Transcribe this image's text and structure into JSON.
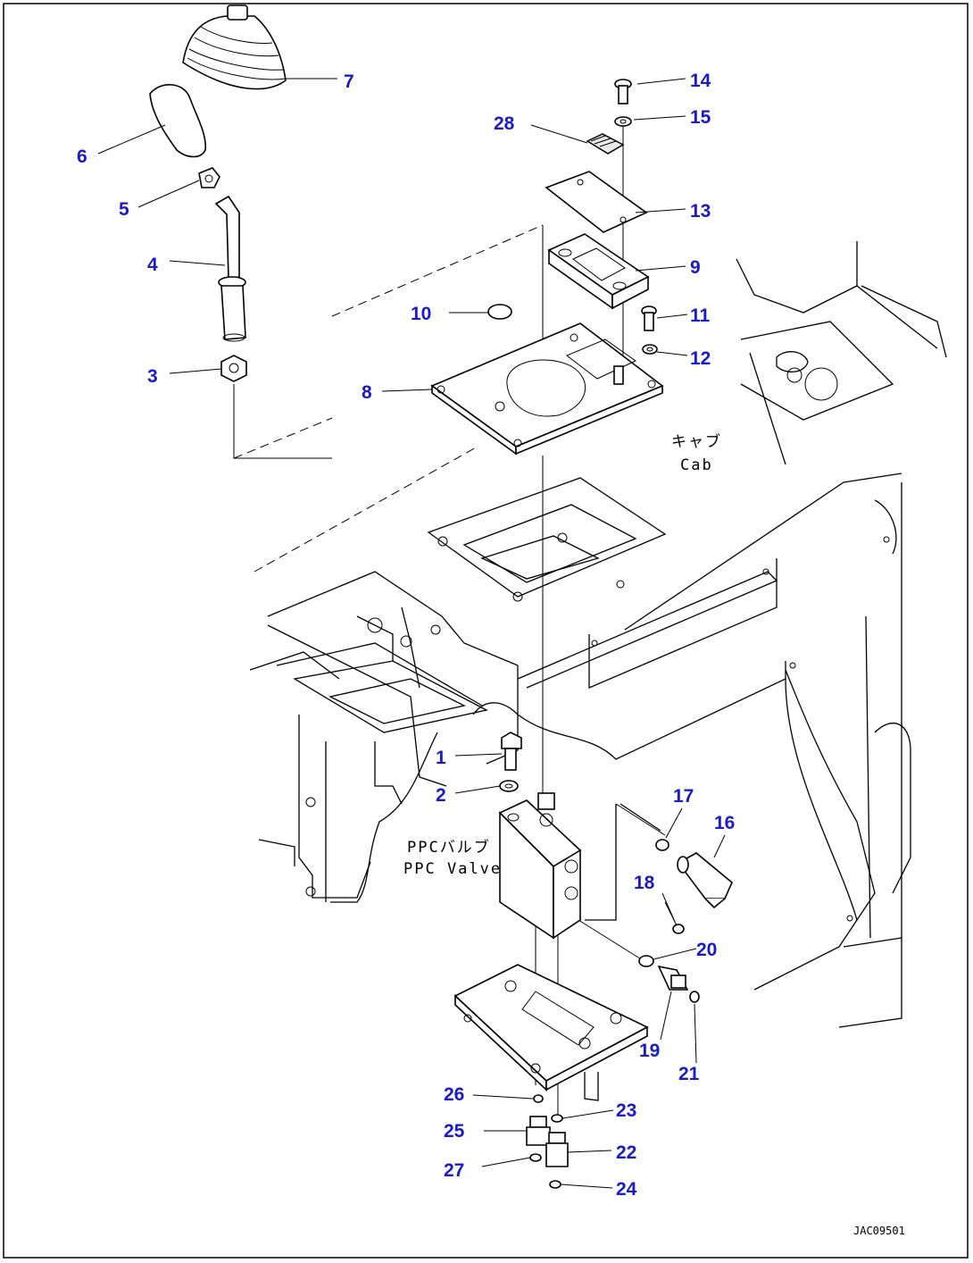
{
  "diagram": {
    "callouts": [
      {
        "id": "c1",
        "label": "1"
      },
      {
        "id": "c2",
        "label": "2"
      },
      {
        "id": "c3",
        "label": "3"
      },
      {
        "id": "c4",
        "label": "4"
      },
      {
        "id": "c5",
        "label": "5"
      },
      {
        "id": "c6",
        "label": "6"
      },
      {
        "id": "c7",
        "label": "7"
      },
      {
        "id": "c8",
        "label": "8"
      },
      {
        "id": "c9",
        "label": "9"
      },
      {
        "id": "c10",
        "label": "10"
      },
      {
        "id": "c11",
        "label": "11"
      },
      {
        "id": "c12",
        "label": "12"
      },
      {
        "id": "c13",
        "label": "13"
      },
      {
        "id": "c14",
        "label": "14"
      },
      {
        "id": "c15",
        "label": "15"
      },
      {
        "id": "c16",
        "label": "16"
      },
      {
        "id": "c17",
        "label": "17"
      },
      {
        "id": "c18",
        "label": "18"
      },
      {
        "id": "c19",
        "label": "19"
      },
      {
        "id": "c20",
        "label": "20"
      },
      {
        "id": "c21",
        "label": "21"
      },
      {
        "id": "c22",
        "label": "22"
      },
      {
        "id": "c23",
        "label": "23"
      },
      {
        "id": "c24",
        "label": "24"
      },
      {
        "id": "c25",
        "label": "25"
      },
      {
        "id": "c26",
        "label": "26"
      },
      {
        "id": "c27",
        "label": "27"
      },
      {
        "id": "c28",
        "label": "28"
      }
    ],
    "cab_label_jp": "キャブ",
    "cab_label_en": "Cab",
    "ppc_label_jp": "PPCバルブ",
    "ppc_label_en": "PPC Valve",
    "drawing_code": "JAC09501"
  }
}
